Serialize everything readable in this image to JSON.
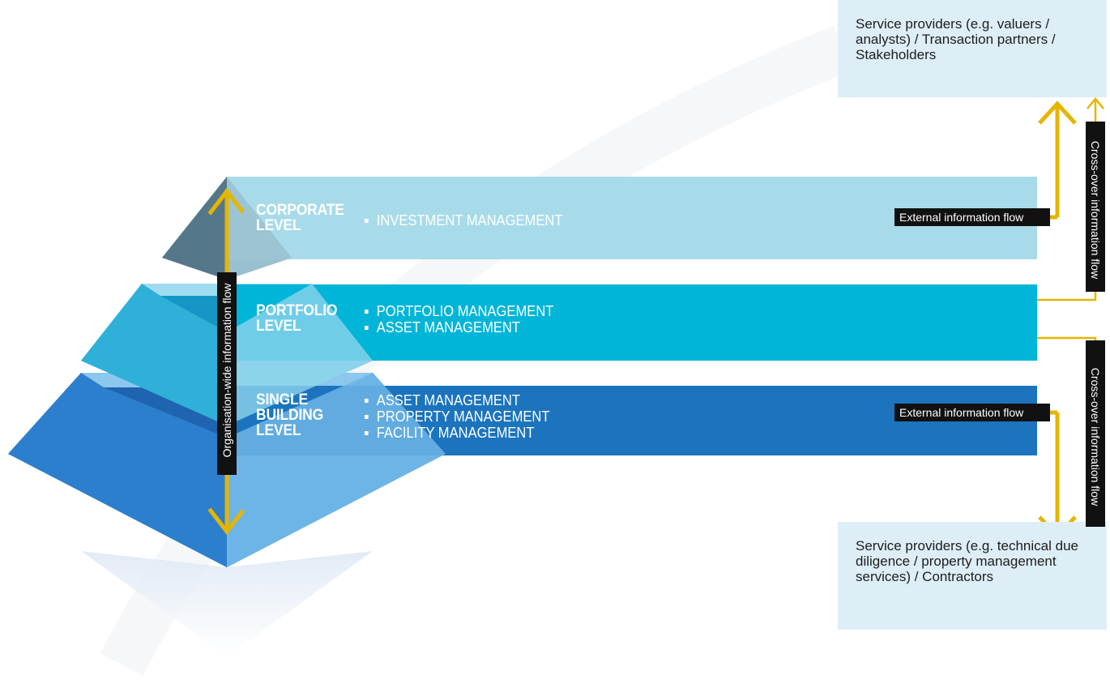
{
  "levels": {
    "corporate": {
      "title": [
        "CORPORATE",
        "LEVEL"
      ],
      "items": [
        "INVESTMENT MANAGEMENT"
      ],
      "color": "#a8dbe9"
    },
    "portfolio": {
      "title": [
        "PORTFOLIO",
        "LEVEL"
      ],
      "items": [
        "PORTFOLIO MANAGEMENT",
        "ASSET MANAGEMENT"
      ],
      "color": "#00b5d8"
    },
    "building": {
      "title": [
        "SINGLE",
        "BUILDING",
        "LEVEL"
      ],
      "items": [
        "ASSET MANAGEMENT",
        "PROPERTY MANAGEMENT",
        "FACILITY MANAGEMENT"
      ],
      "color": "#1b74bd"
    }
  },
  "service_providers": {
    "top": [
      "Service providers (e.g. valuers /",
      "analysts) / Transaction partners /",
      "Stakeholders"
    ],
    "bottom": [
      "Service providers (e.g. technical due",
      "diligence / property management",
      "services) / Contractors"
    ]
  },
  "flows": {
    "organisation": "Organisation-wide information flow",
    "external_top": "External information flow",
    "external_bottom": "External information flow",
    "crossover_top": "Cross-over information flow",
    "crossover_bottom": "Cross-over information flow"
  },
  "icons": {
    "network": "network-hierarchy-icon"
  },
  "colors": {
    "arrow": "#e5b500",
    "box": "#ddeef7",
    "tag": "#111111"
  }
}
